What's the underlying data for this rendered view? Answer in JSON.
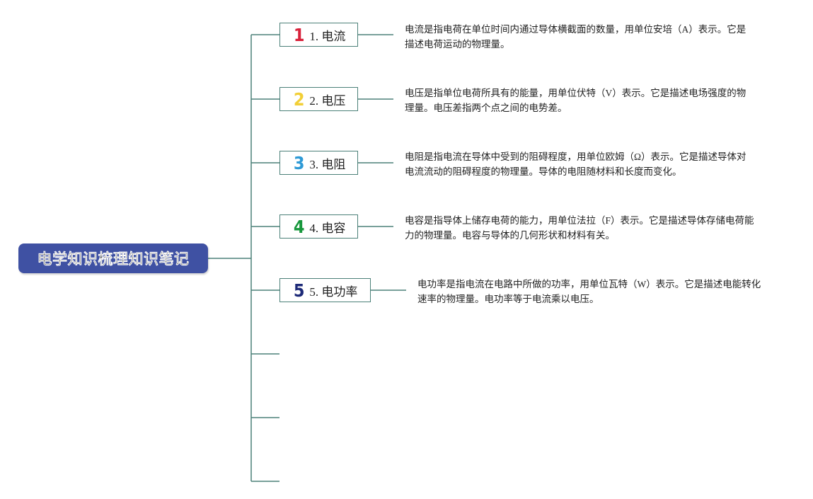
{
  "root": {
    "label": "电学知识梳理知识笔记"
  },
  "branches": [
    {
      "number": "1",
      "number_color": "#d8213a",
      "title": "1. 电流",
      "description": "电流是指电荷在单位时间内通过导体横截面的数量，用单位安培（A）表示。它是描述电荷运动的物理量。"
    },
    {
      "number": "2",
      "number_color": "#f2cf37",
      "title": "2. 电压",
      "description": "电压是指单位电荷所具有的能量，用单位伏特（V）表示。它是描述电场强度的物理量。电压差指两个点之间的电势差。"
    },
    {
      "number": "3",
      "number_color": "#2e9ad6",
      "title": "3. 电阻",
      "description": "电阻是指电流在导体中受到的阻碍程度，用单位欧姆（Ω）表示。它是描述导体对电流流动的阻碍程度的物理量。导体的电阻随材料和长度而变化。"
    },
    {
      "number": "4",
      "number_color": "#17973c",
      "title": "4. 电容",
      "description": "电容是指导体上储存电荷的能力，用单位法拉（F）表示。它是描述导体存储电荷能力的物理量。电容与导体的几何形状和材料有关。"
    },
    {
      "number": "5",
      "number_color": "#1d2a78",
      "title": "5. 电功率",
      "description": "电功率是指电流在电路中所做的功率，用单位瓦特（W）表示。它是描述电能转化速率的物理量。电功率等于电流乘以电压。"
    }
  ],
  "colors": {
    "root_fill": "#3f51a3",
    "connector": "#4b8078",
    "text": "#222222"
  }
}
